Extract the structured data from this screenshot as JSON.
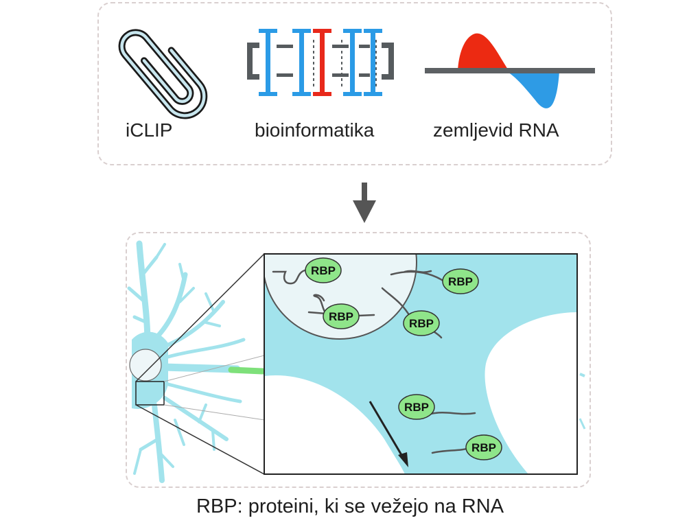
{
  "methods": {
    "iclip": "iCLIP",
    "bioinformatics": "bioinformatika",
    "rna_map": "zemljevid RNA"
  },
  "protein_label": "RBP",
  "caption": "RBP: proteini, ki se vežejo na RNA",
  "colors": {
    "cytoplasm": "#a2e3ec",
    "rbp_fill": "#8fe58a",
    "rna_strand": "#555555",
    "bracket_blue": "#2b9be6",
    "bracket_red": "#e8291b",
    "map_red": "#ec2a12",
    "map_blue": "#2e9be5",
    "panel_border": "#d9cfcf"
  }
}
